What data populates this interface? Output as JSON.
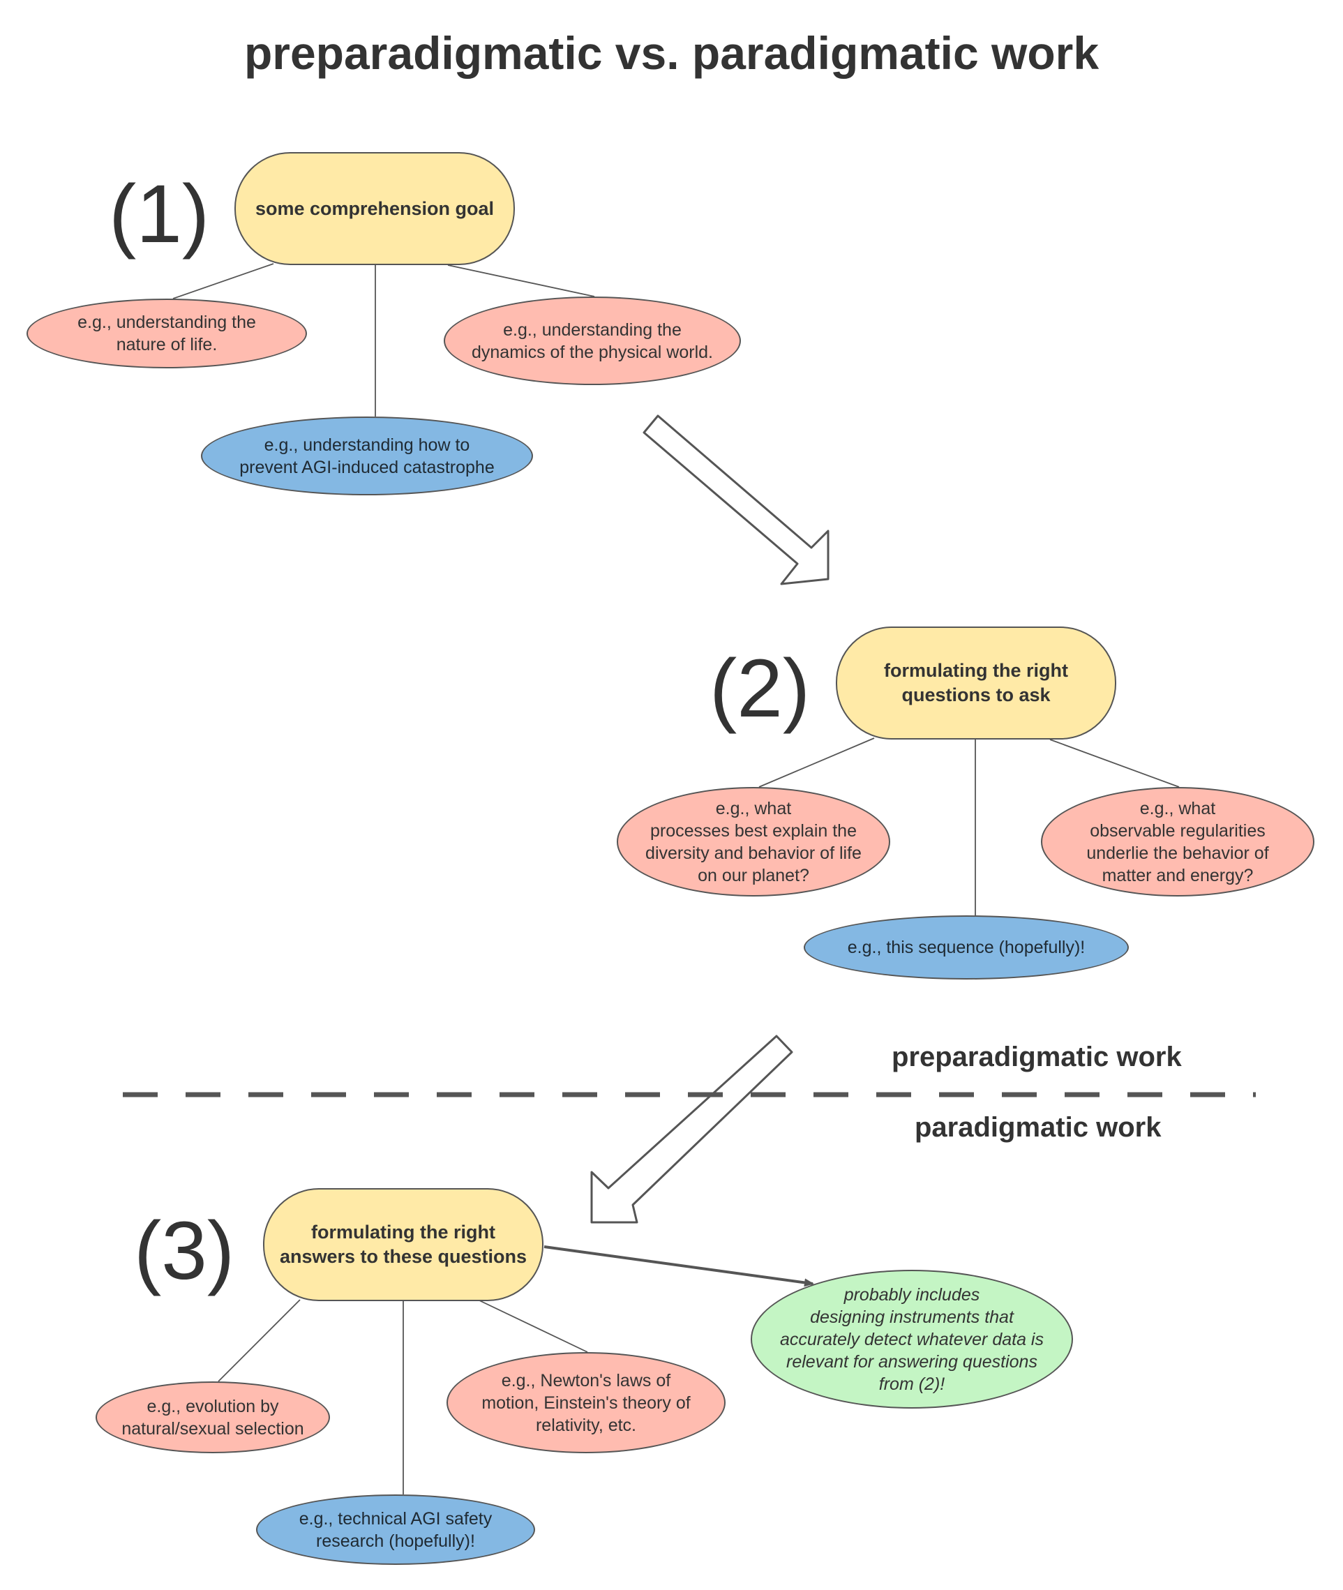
{
  "title": "preparadigmatic vs. paradigmatic work",
  "colors": {
    "goal_fill": "#ffeaa7",
    "pink_fill": "#ffbcb0",
    "blue_fill": "#84b8e3",
    "green_fill": "#c4f5c4",
    "stroke": "#555555",
    "text": "#333333"
  },
  "steps": [
    {
      "number": "(1)",
      "goal": "some comprehension goal",
      "examples": {
        "left": "e.g., understanding the\nnature of life.",
        "right": "e.g., understanding the\ndynamics of the physical world.",
        "middle": "e.g., understanding how to\nprevent AGI-induced catastrophe"
      }
    },
    {
      "number": "(2)",
      "goal": "formulating the right\nquestions to ask",
      "examples": {
        "left": "e.g., what\nprocesses best explain the\ndiversity and behavior of life\non our planet?",
        "right": "e.g., what\nobservable regularities\nunderlie the behavior of\nmatter and energy?",
        "middle": "e.g., this sequence (hopefully)!"
      }
    },
    {
      "number": "(3)",
      "goal": "formulating the right\nanswers to these questions",
      "examples": {
        "left": "e.g., evolution by\nnatural/sexual selection",
        "right": "e.g., Newton's laws of\nmotion, Einstein's theory of\nrelativity, etc.",
        "middle": "e.g., technical AGI safety\nresearch (hopefully)!"
      },
      "note": "probably includes\ndesigning instruments that\naccurately detect whatever data is\nrelevant for answering questions\nfrom (2)!"
    }
  ],
  "divider": {
    "above_label": "preparadigmatic work",
    "below_label": "paradigmatic work"
  }
}
